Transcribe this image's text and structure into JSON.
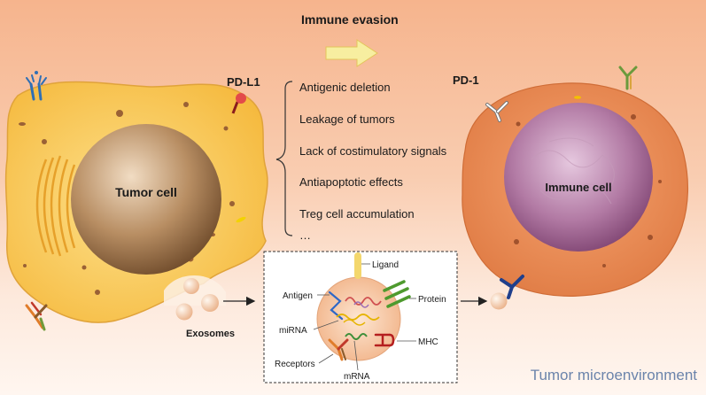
{
  "header": {
    "title": "Immune evasion"
  },
  "tumor": {
    "label": "Tumor cell",
    "pdl1": "PD-L1"
  },
  "immune": {
    "label": "Immune cell",
    "pd1": "PD-1"
  },
  "mechanisms": [
    "Antigenic deletion",
    "Leakage of tumors",
    "Lack of costimulatory signals",
    "Antiapoptotic effects",
    "Treg cell accumulation",
    "…"
  ],
  "exosome": {
    "caption": "Exosomes",
    "labels": {
      "ligand": "Ligand",
      "antigen": "Antigen",
      "protein": "Protein",
      "mirna": "miRNA",
      "mhc": "MHC",
      "receptors": "Receptors",
      "mrna": "mRNA"
    }
  },
  "footer": {
    "text": "Tumor microenvironment"
  },
  "colors": {
    "tumor_cytoplasm": "#f7c04f",
    "tumor_nucleus": "#8a6440",
    "immune_cytoplasm": "#e8864f",
    "immune_nucleus": "#9a5b88",
    "arrow": "#f7eea0",
    "footer_text": "#6b84ab"
  }
}
